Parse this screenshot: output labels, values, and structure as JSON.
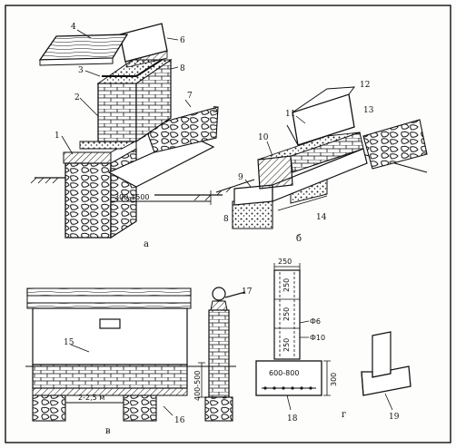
{
  "panels": {
    "a": {
      "caption": "а",
      "dimension": "300-1500",
      "callouts": [
        "4",
        "6",
        "3",
        "8",
        "2",
        "7",
        "1",
        "5"
      ]
    },
    "b": {
      "caption": "б",
      "callouts": [
        "12",
        "11",
        "13",
        "10",
        "9",
        "14",
        "8"
      ]
    },
    "v": {
      "caption": "в",
      "span_dimension": "2-2,5 м",
      "height_dimension": "400-500",
      "callouts": [
        "15",
        "16",
        "17"
      ]
    },
    "g": {
      "caption": "г",
      "top_dimension": "250",
      "stack_dimensions": [
        "250",
        "250",
        "250"
      ],
      "rebar_labels": [
        "Ф6",
        "Ф10"
      ],
      "base_dimension": "600-800",
      "base_height": "300",
      "callouts": [
        "18",
        "19"
      ]
    }
  },
  "colors": {
    "ink": "#111111",
    "paper": "#fdfdfb"
  }
}
